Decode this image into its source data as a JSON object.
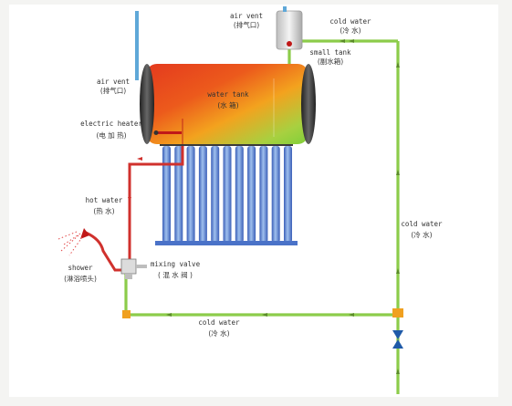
{
  "labels": {
    "air_vent_top": "air vent",
    "air_vent_top_cn": "(排气口)",
    "cold_water_top": "cold water",
    "cold_water_top_cn": "(冷 水)",
    "small_tank": "small tank",
    "small_tank_cn": "(副水箱)",
    "air_vent_left": "air vent",
    "air_vent_left_cn": "(排气口)",
    "water_tank": "water tank",
    "water_tank_cn": "(水  箱)",
    "electric_heater": "electric heater",
    "electric_heater_cn": "(电 加 热)",
    "hot_water": "hot water",
    "hot_water_cn": "(热  水)",
    "cold_water_right": "cold water",
    "cold_water_right_cn": "(冷  水)",
    "shower": "shower",
    "shower_cn": "(淋浴喷头)",
    "mixing_valve": "mixing valve",
    "mixing_valve_cn": "( 混 水 阀 )",
    "cold_water_bottom": "cold water",
    "cold_water_bottom_cn": "(冷  水)"
  },
  "colors": {
    "cold_pipe": "#8ccc4a",
    "hot_pipe": "#d0312d",
    "vent_pipe": "#5fa8d8",
    "tank_hot": "#e8321a",
    "tank_mid": "#f08a1c",
    "tank_cool": "#7fcf3a",
    "tube_blue": "#4a72c8",
    "valve_blue": "#1f5aa8"
  }
}
